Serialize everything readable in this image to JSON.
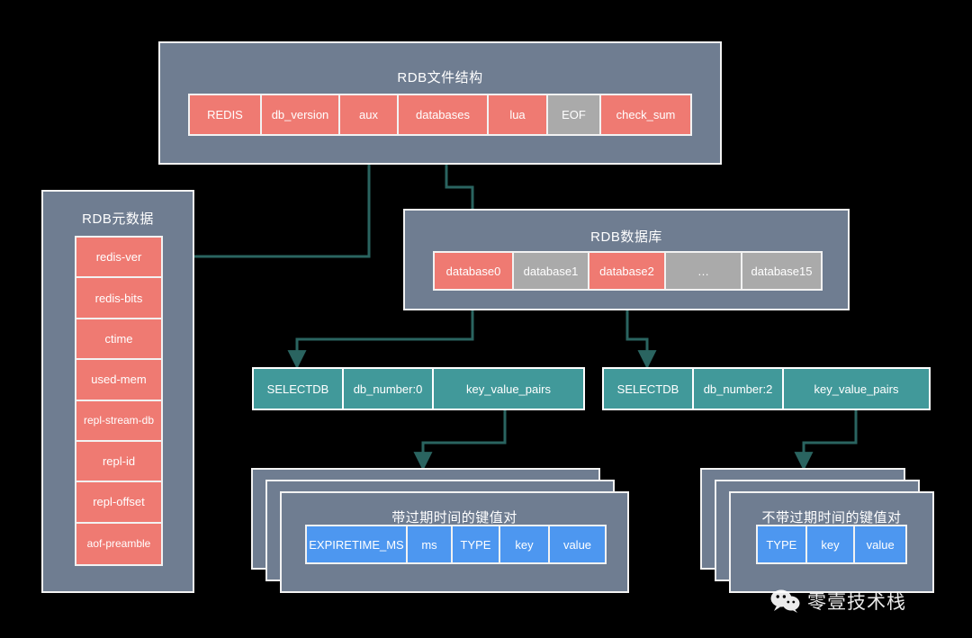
{
  "colors": {
    "background": "#000000",
    "panel": "#6f7d91",
    "red": "#ef7a72",
    "gray": "#aaaaaa",
    "teal": "#41999a",
    "blue": "#4d97f0",
    "border": "#f2f2f2",
    "connector": "#2a6460"
  },
  "rdb_file": {
    "title": "RDB文件结构",
    "cells": [
      {
        "label": "REDIS",
        "color": "red"
      },
      {
        "label": "db_version",
        "color": "red"
      },
      {
        "label": "aux",
        "color": "red"
      },
      {
        "label": "databases",
        "color": "red"
      },
      {
        "label": "lua",
        "color": "red"
      },
      {
        "label": "EOF",
        "color": "gray"
      },
      {
        "label": "check_sum",
        "color": "red"
      }
    ]
  },
  "rdb_metadata": {
    "title": "RDB元数据",
    "items": [
      "redis-ver",
      "redis-bits",
      "ctime",
      "used-mem",
      "repl-stream-db",
      "repl-id",
      "repl-offset",
      "aof-preamble"
    ]
  },
  "rdb_databases": {
    "title": "RDB数据库",
    "cells": [
      {
        "label": "database0",
        "color": "red"
      },
      {
        "label": "database1",
        "color": "gray"
      },
      {
        "label": "database2",
        "color": "red"
      },
      {
        "label": "…",
        "color": "gray"
      },
      {
        "label": "database15",
        "color": "gray"
      }
    ]
  },
  "selectdb_left": {
    "cells": [
      "SELECTDB",
      "db_number:0",
      "key_value_pairs"
    ]
  },
  "selectdb_right": {
    "cells": [
      "SELECTDB",
      "db_number:2",
      "key_value_pairs"
    ]
  },
  "kv_with_expire": {
    "title": "带过期时间的键值对",
    "cells": [
      "EXPIRETIME_MS",
      "ms",
      "TYPE",
      "key",
      "value"
    ]
  },
  "kv_without_expire": {
    "title": "不带过期时间的键值对",
    "cells": [
      "TYPE",
      "key",
      "value"
    ]
  },
  "watermark": {
    "text": "零壹技术栈",
    "icon": "wechat-icon"
  }
}
